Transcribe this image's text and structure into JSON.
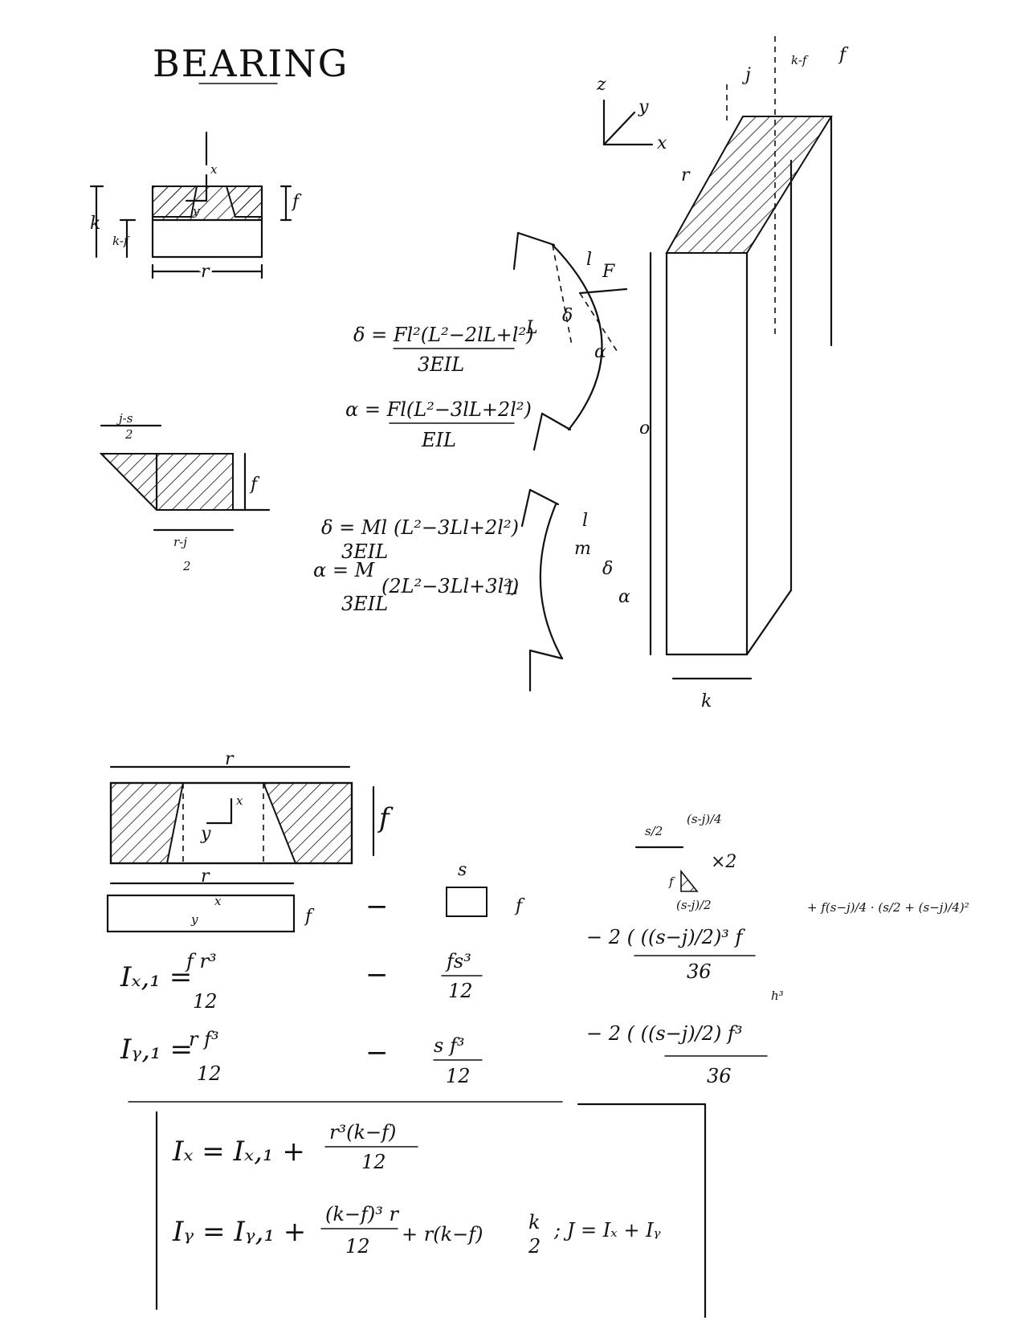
{
  "title": "BEARING",
  "axes": {
    "z": "z",
    "y": "y",
    "x": "x"
  },
  "sec1": {
    "x": "x",
    "y": "y",
    "f": "f",
    "k": "k",
    "kf": "k-f",
    "r": "r"
  },
  "trap": {
    "top_num": "j-s",
    "top_den": "2",
    "f": "f",
    "bot_num": "r-j",
    "bot_den": "2"
  },
  "beam1": {
    "l": "l",
    "F": "F",
    "L": "L",
    "delta": "δ",
    "alpha": "α",
    "eq_delta": "δ = Fl²(L²−2lL+l²)",
    "eq_delta_den": "3EIL",
    "eq_alpha": "α = Fl(L²−3lL+2l²)",
    "eq_alpha_den": "EIL"
  },
  "beam2": {
    "l": "l",
    "m": "m",
    "delta": "δ",
    "alpha": "α",
    "L": "L",
    "eq_delta": "δ = Ml",
    "eq_delta_rest": "(L²−3Ll+2l²)",
    "eq_delta_den": "3EIL",
    "eq_alpha": "α = M",
    "eq_alpha_rest": "(2L²−3Ll+3l²)",
    "eq_alpha_den": "3EIL"
  },
  "iso": {
    "j": "j",
    "kf": "k-f",
    "f": "f",
    "r": "r",
    "o": "o",
    "k": "k"
  },
  "sec2": {
    "r": "r",
    "x": "x",
    "y": "y",
    "f": "f"
  },
  "parts": {
    "rect_r": "r",
    "rect_f": "f",
    "rect_x": "x",
    "rect_y": "y",
    "minus": "−",
    "s": "s",
    "f": "f",
    "tri_top1": "s/2",
    "tri_top2": "(s-j)/4",
    "tri_f": "f",
    "tri_base": "(s-j)/2",
    "times2": "×2"
  },
  "moments": {
    "ix_label": "Iₓ,₁ =",
    "ix1_num": "f r³",
    "ix1_den": "12",
    "ix2_num": "fs³",
    "ix2_den": "12",
    "ix3": "− 2 ( ((s−j)/2)³ f",
    "ix3_den": "36",
    "ix_extra": "+ f(s−j)/4 · (s/2 + (s−j)/4)²",
    "iy_label": "Iᵧ,₁ =",
    "iy1_num": "r f³",
    "iy1_den": "12",
    "iy2_num": "s f³",
    "iy2_den": "12",
    "iy3": "− 2 ( ((s−j)/2) f³",
    "iy3_den": "36",
    "iy3_note": "h³"
  },
  "final": {
    "ix": "Iₓ = Iₓ,₁ +",
    "ix_num": "r³(k−f)",
    "ix_den": "12",
    "iy": "Iᵧ = Iᵧ,₁ +",
    "iy_num": "(k−f)³ r",
    "iy_den": "12",
    "iy_tail": "+ r(k−f)",
    "iy_k": "k",
    "iy_k_den": "2",
    "j": "; J = Iₓ + Iᵧ"
  }
}
